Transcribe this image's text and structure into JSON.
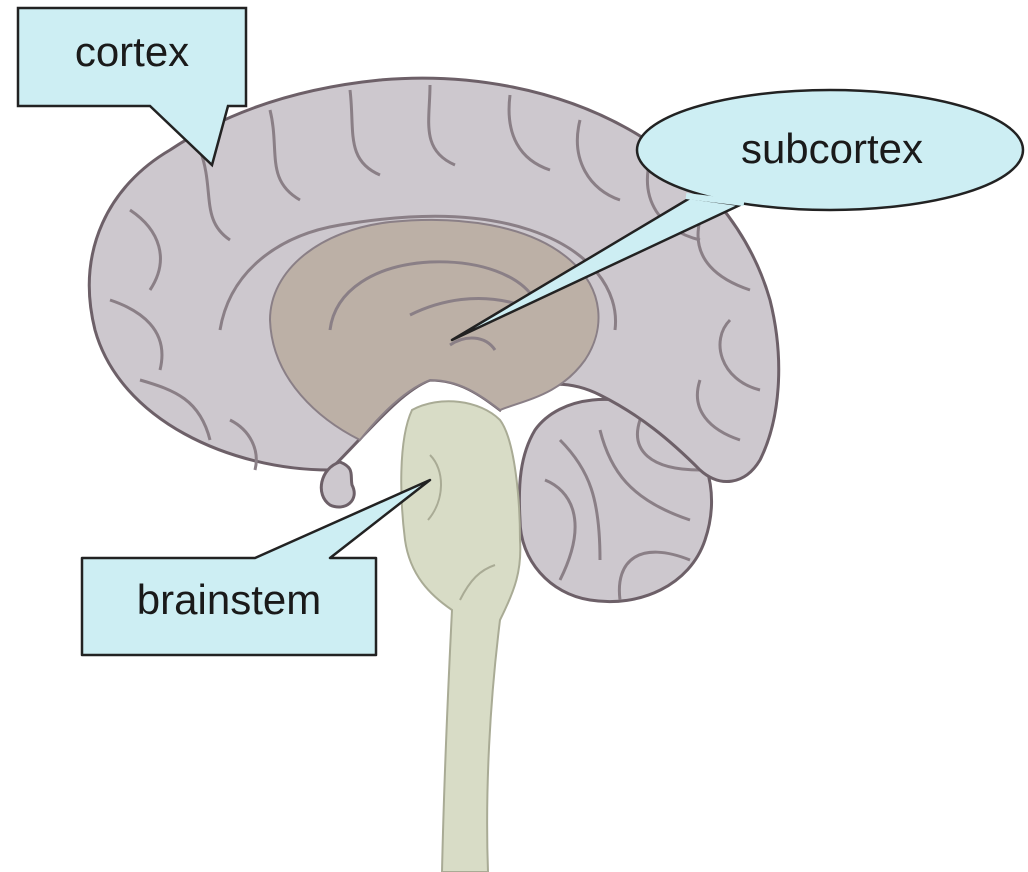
{
  "labels": {
    "cortex": "cortex",
    "subcortex": "subcortex",
    "brainstem": "brainstem"
  },
  "colors": {
    "callout_fill": "#cdeef3",
    "callout_stroke": "#222222",
    "cortex_fill": "#cdc8ce",
    "cortex_stroke": "#6d6068",
    "subcortex_fill": "#bcb0a6",
    "brainstem_fill": "#d8dcc6",
    "background": "#ffffff"
  }
}
